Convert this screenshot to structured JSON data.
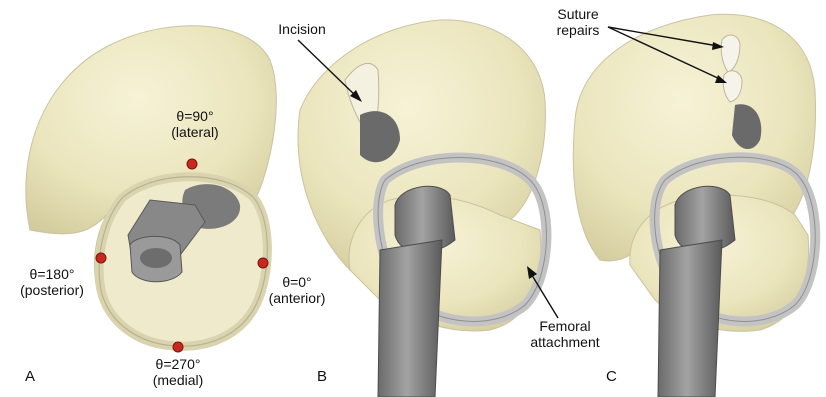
{
  "panels": [
    {
      "letter": "A"
    },
    {
      "letter": "B"
    },
    {
      "letter": "C"
    }
  ],
  "annotations": {
    "lateral": {
      "angle": "θ=90°",
      "side": "(lateral)"
    },
    "posterior": {
      "angle": "θ=180°",
      "side": "(posterior)"
    },
    "anterior": {
      "angle": "θ=0°",
      "side": "(anterior)"
    },
    "medial": {
      "angle": "θ=270°",
      "side": "(medial)"
    },
    "incision": "Incision",
    "femoral": {
      "line1": "Femoral",
      "line2": "attachment"
    },
    "suture": {
      "line1": "Suture",
      "line2": "repairs"
    }
  },
  "colors": {
    "capsule": "#ece7bf",
    "capsule_shade": "#d4cd9e",
    "capsule_edge": "#c9c3a0",
    "bone": "#8a8a8a",
    "bone_dark": "#5c5c5c",
    "ring": "#bdbdbd",
    "marker": "#c8281e"
  }
}
